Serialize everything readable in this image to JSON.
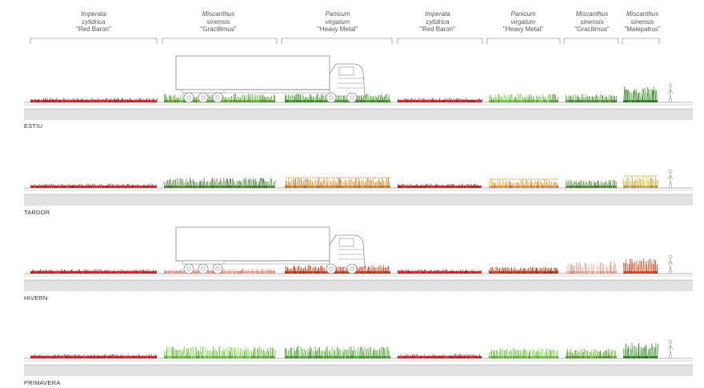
{
  "labels": [
    {
      "l1": "Imperata",
      "l2": "cylidrica",
      "cv": "\"Red Baron\""
    },
    {
      "l1": "Miscanthus",
      "l2": "sinensis",
      "cv": "\"Gracillimus\""
    },
    {
      "l1": "Panicum",
      "l2": "virgatum",
      "cv": "\"Heavy Metal\""
    },
    {
      "l1": "Imperata",
      "l2": "cylidrica",
      "cv": "\"Red Baron\""
    },
    {
      "l1": "Panicum",
      "l2": "virgatum",
      "cv": "\"Heavy Metal\""
    },
    {
      "l1": "Miscanthus",
      "l2": "sinensis",
      "cv": "\"Gracilimus\""
    },
    {
      "l1": "Miscanthus",
      "l2": "sinensis",
      "cv": "\"Malepatrus\""
    }
  ],
  "seasons": [
    {
      "name": "ESTIU",
      "truck": true,
      "plants": [
        "#c8323c",
        "#6fae45",
        "#4f9a3a",
        "#c8323c",
        "#7cbf55",
        "#5c9a48",
        "#3f8a34"
      ]
    },
    {
      "name": "TARDOR",
      "truck": false,
      "plants": [
        "#c8323c",
        "#5c8a4a",
        "#d98c3a",
        "#c8323c",
        "#d9a048",
        "#5c8a4a",
        "#c8b448"
      ]
    },
    {
      "name": "HIVERN",
      "truck": true,
      "plants": [
        "#c8323c",
        "#f0a8a0",
        "#b8462a",
        "#c8323c",
        "#b8462a",
        "#f2b0a8",
        "#c8502e"
      ]
    },
    {
      "name": "PRIMAVERA",
      "truck": false,
      "plants": [
        "#c8323c",
        "#7cbf55",
        "#5ea848",
        "#c8323c",
        "#7cbf55",
        "#6fae45",
        "#3f8a34"
      ]
    }
  ]
}
